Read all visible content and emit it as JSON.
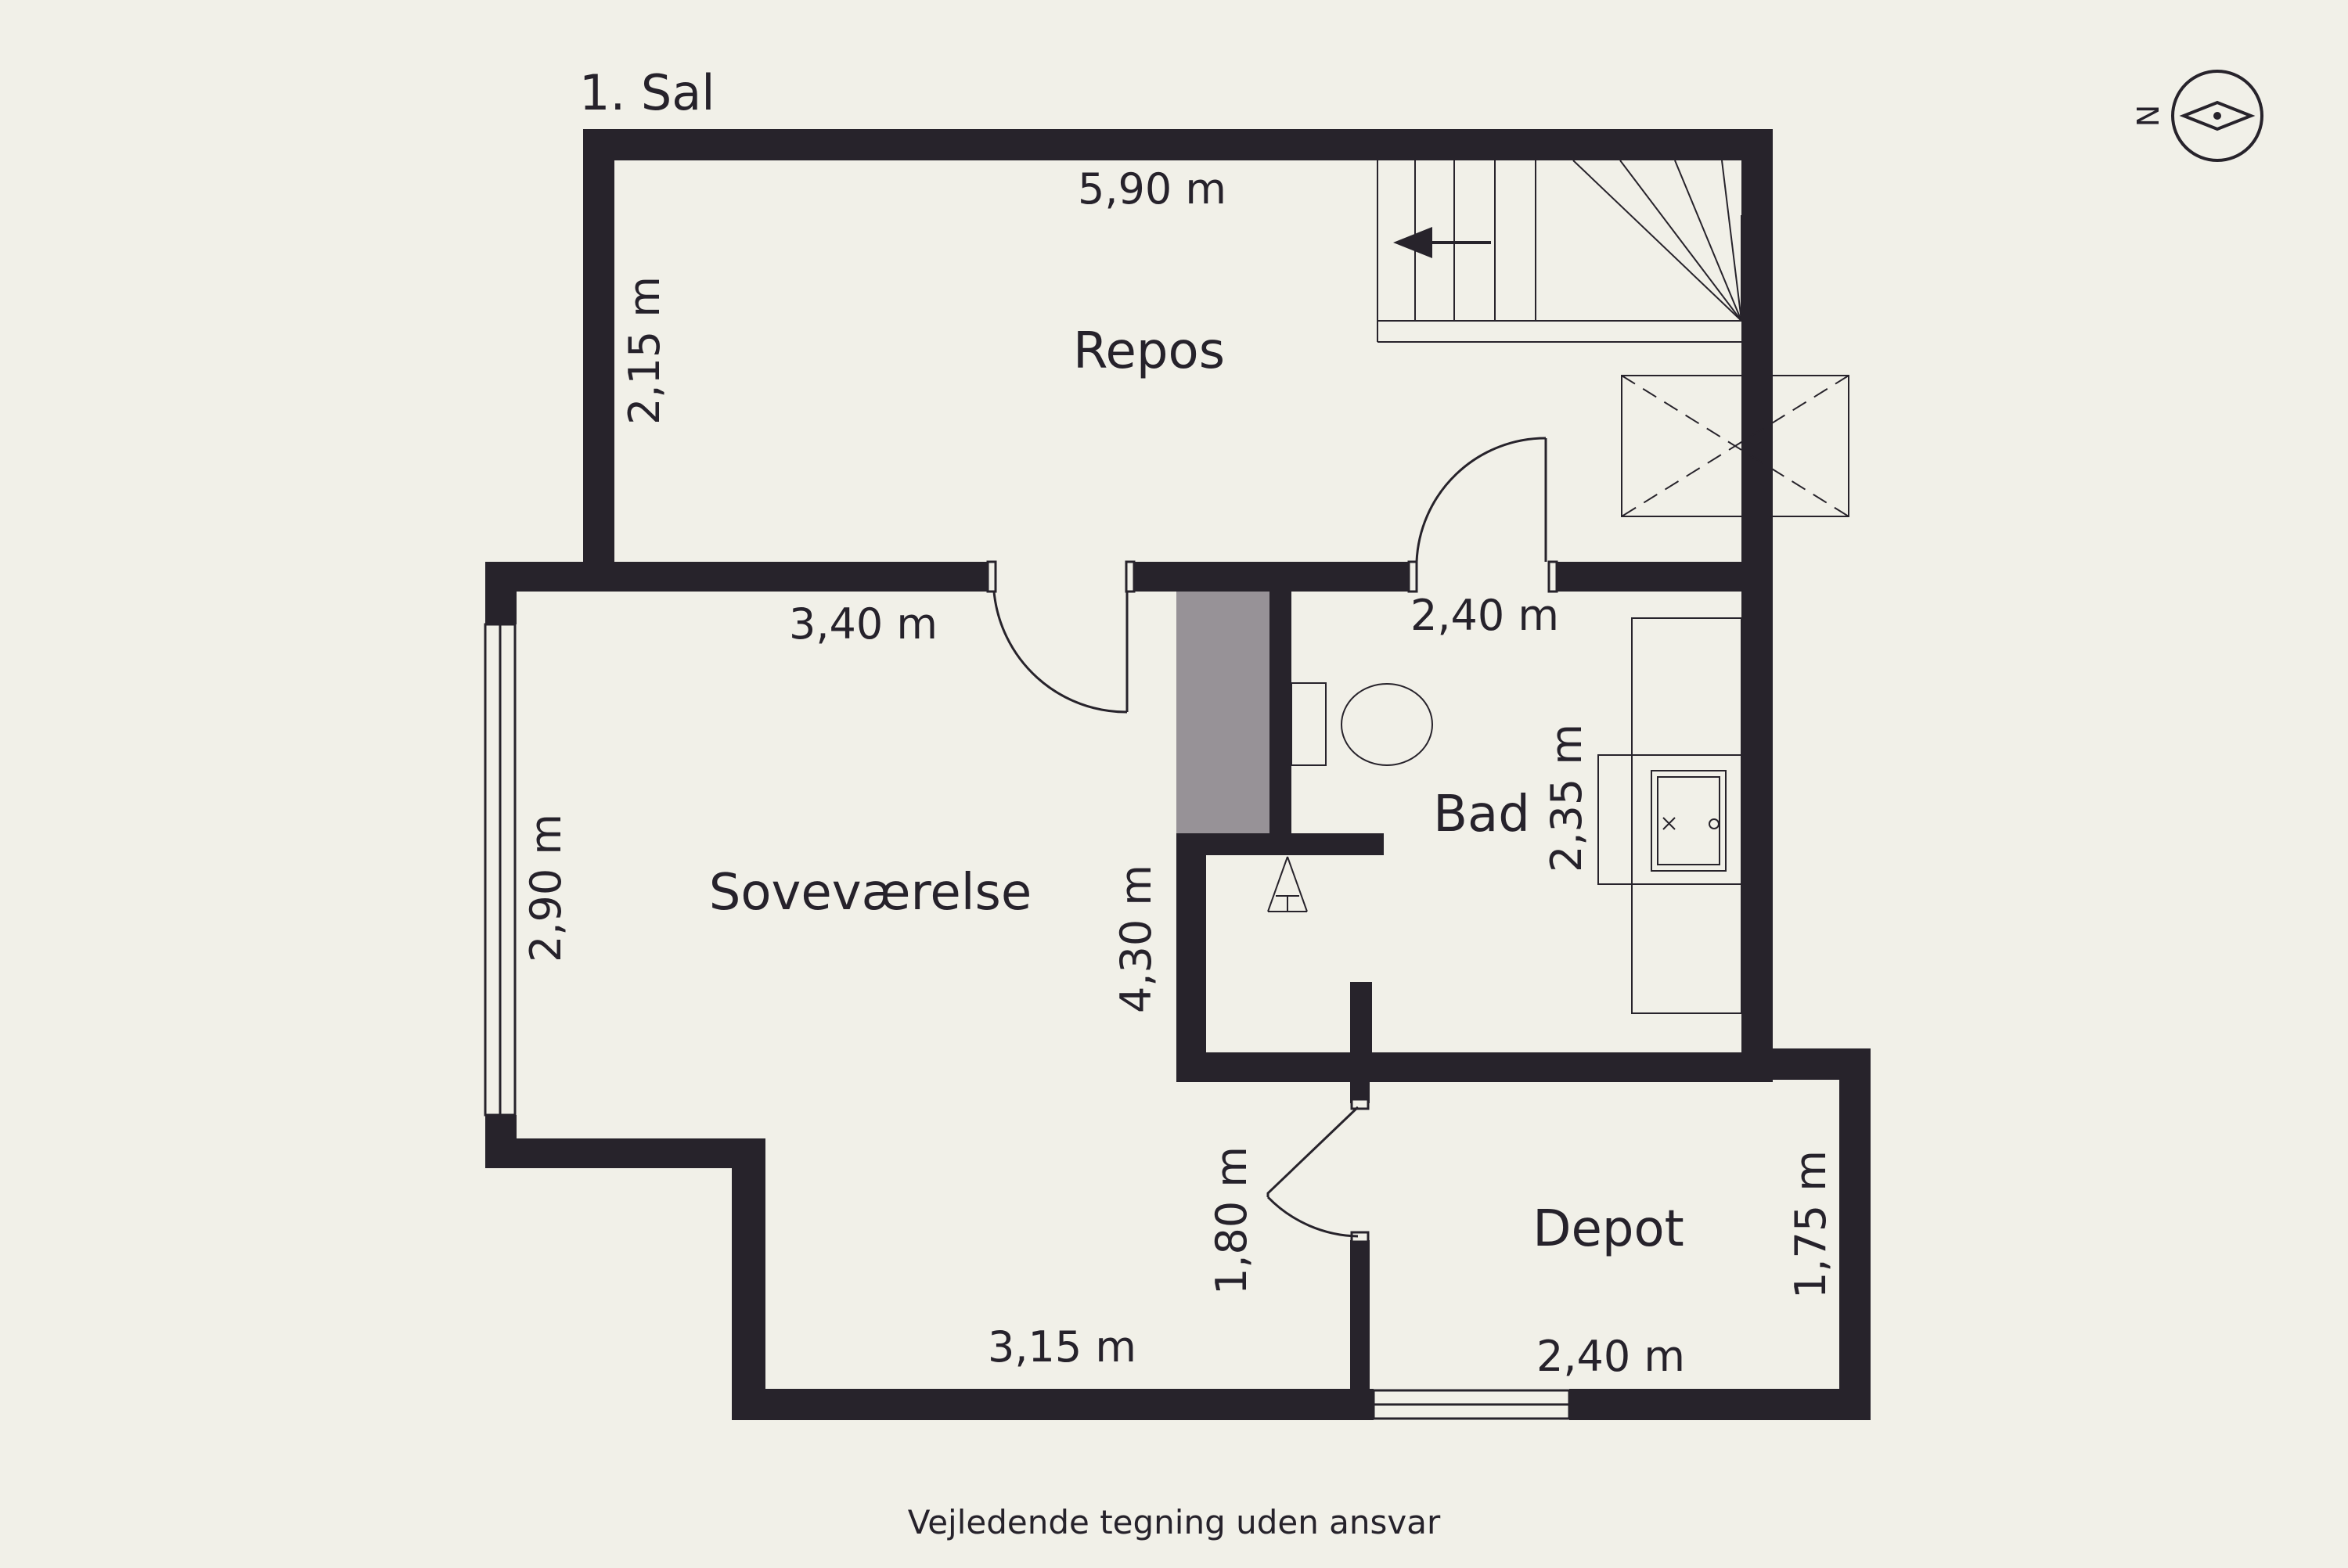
{
  "floor_title": "1. Sal",
  "compass": {
    "north_label": "N"
  },
  "rooms": {
    "repos": "Repos",
    "sovevaerelse": "Soveværelse",
    "bad": "Bad",
    "depot": "Depot"
  },
  "dimensions": {
    "repos_width": "5,90 m",
    "repos_depth": "2,15 m",
    "sove_top": "3,40 m",
    "sove_left": "2,90 m",
    "sove_right": "4,30 m",
    "sove_bottom": "3,15 m",
    "sove_door_side": "1,80 m",
    "bad_width": "2,40 m",
    "bad_depth": "2,35 m",
    "depot_width": "2,40 m",
    "depot_depth": "1,75 m"
  },
  "caption": "Vejledende tegning uden ansvar",
  "colors": {
    "wall": "#27232b",
    "background": "#f1f0e8",
    "shaft": "#979297",
    "line": "#27232b"
  }
}
